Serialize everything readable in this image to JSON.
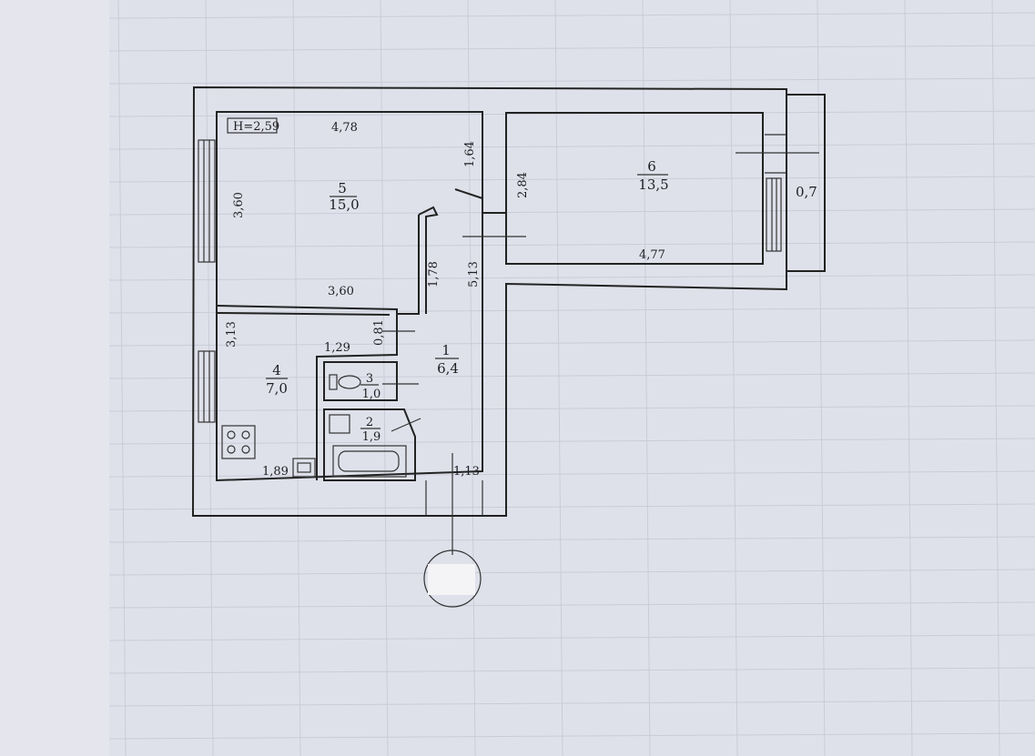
{
  "plan": {
    "height_label": "H=2,59",
    "rooms": [
      {
        "id": "5",
        "area": "15,0"
      },
      {
        "id": "6",
        "area": "13,5"
      },
      {
        "id": "4",
        "area": "7,0"
      },
      {
        "id": "1",
        "area": "6,4"
      },
      {
        "id": "3",
        "area": "1,0"
      },
      {
        "id": "2",
        "area": "1,9"
      }
    ],
    "dimensions": {
      "d478": "4,78",
      "d360v": "3,60",
      "d360h": "3,60",
      "d164": "1,64",
      "d284": "2,84",
      "d477": "4,77",
      "d07": "0,7",
      "d178": "1,78",
      "d513": "5,13",
      "d313": "3,13",
      "d081": "0,81",
      "d129": "1,29",
      "d189": "1,89",
      "d113": "1,13"
    }
  },
  "colors": {
    "paper": "#dfe1ea",
    "ink": "#222222",
    "grid": "#c9ccd8"
  }
}
